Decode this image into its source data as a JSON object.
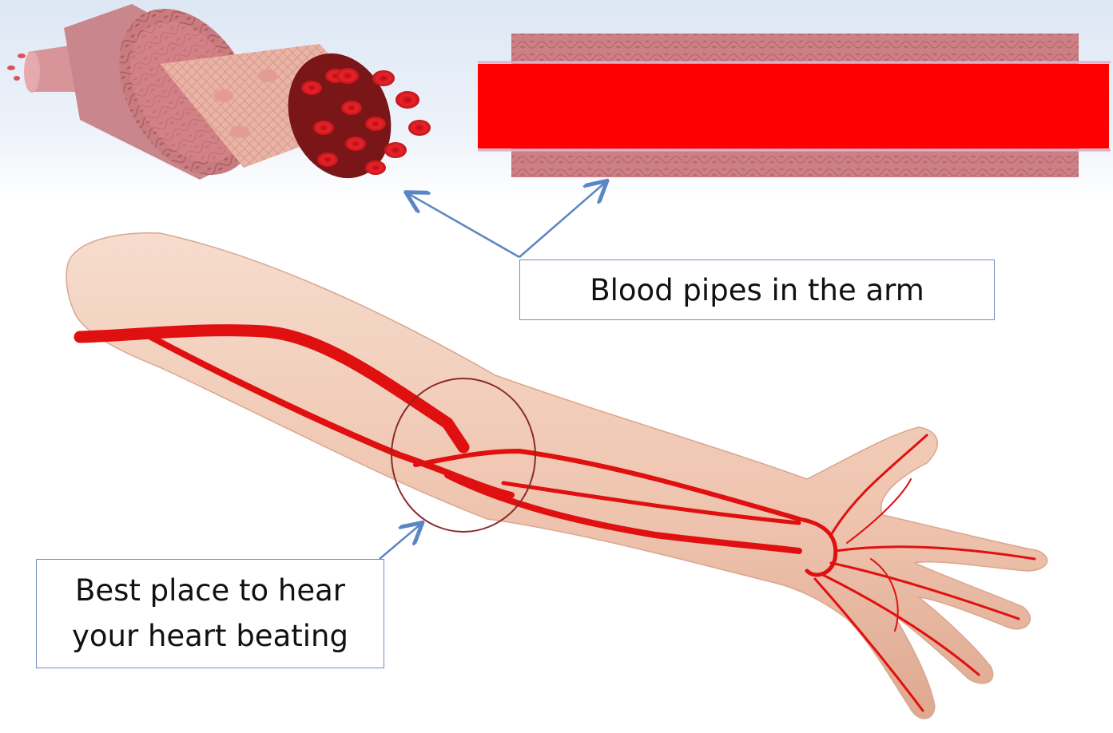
{
  "callouts": {
    "vessels_label": "Blood pipes in the arm",
    "pulse_label_line1": "Best place to hear",
    "pulse_label_line2": "your heart beating"
  },
  "colors": {
    "blood": "#e01010",
    "vessel_wall": "#c9787c",
    "skin": "#f0cdbb",
    "arrow": "#5b86c4",
    "circle": "#8a2a2a"
  },
  "illustrations": {
    "left": "blood-vessel-3d-cutaway",
    "right": "blood-vessel-cross-section",
    "main": "arm-with-arteries"
  }
}
